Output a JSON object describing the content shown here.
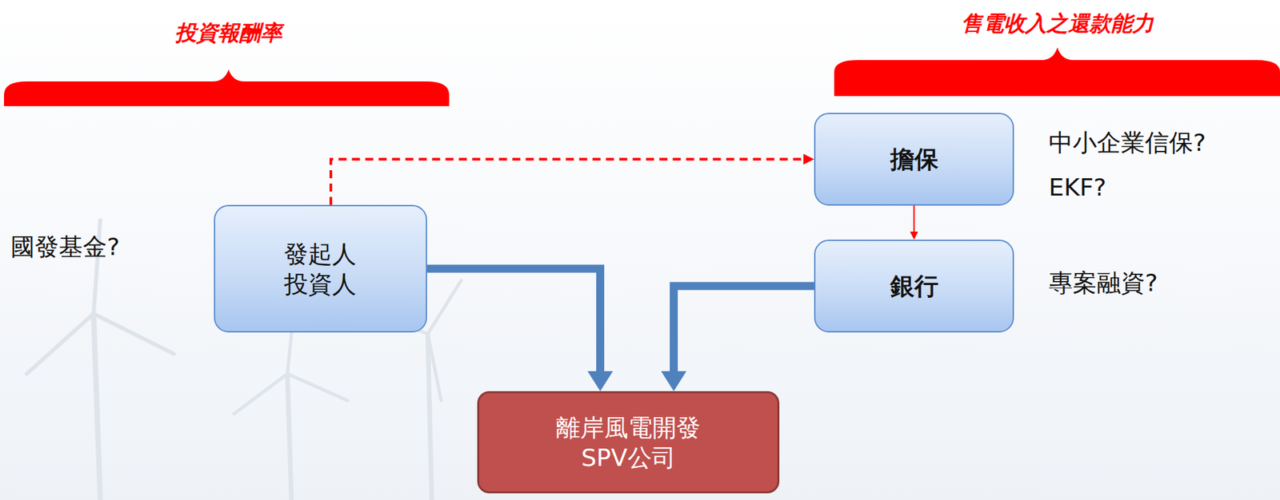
{
  "diagram": {
    "nodes": [
      {
        "text": [
          "發起人 投資人"
        ]
      },
      {
        "text": [
          "擔保"
        ]
      },
      {
        "text": [
          "銀行"
        ]
      },
      {
        "text": [
          "離岸風電開發 SPV公司"
        ]
      }
    ],
    "edges": [
      {
        "from": 0,
        "to": 3,
        "arrow": "to"
      },
      {
        "from": 2,
        "to": 3,
        "arrow": "to"
      },
      {
        "from": 0,
        "to": 1,
        "arrow": "to"
      },
      {
        "from": 1,
        "to": 2,
        "arrow": "to"
      }
    ],
    "labels": [
      "投資報酬率",
      "售電收入之還款能力",
      "國發基金?",
      "中小企業信保?",
      "EKF?",
      "專案融資?"
    ]
  }
}
